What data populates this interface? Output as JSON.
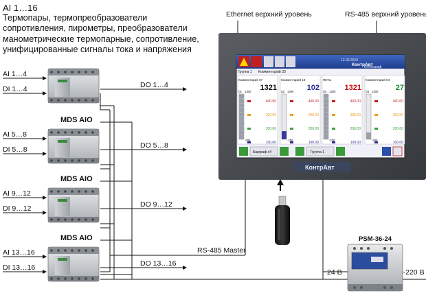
{
  "header": {
    "title": "AI 1…16",
    "description": "Термопары, термопреобразователи сопротивления, пирометры, преобразователи манометрические термопарные, сопротивление, унифицированные сигналы тока и напряжения"
  },
  "top_labels": {
    "ethernet": "Ethernet верхний уровень",
    "rs485_top": "RS-485 верхний уровень"
  },
  "modules": [
    {
      "name": "",
      "ai": "AI 1…4",
      "di": "DI 1…4",
      "do": "DO 1…4"
    },
    {
      "name": "MDS AIO",
      "ai": "AI 5…8",
      "di": "DI 5…8",
      "do": "DO 5…8"
    },
    {
      "name": "MDS AIO",
      "ai": "AI 9…12",
      "di": "DI 9…12",
      "do": "DO 9…12"
    },
    {
      "name": "MDS AIO",
      "ai": "AI 13…16",
      "di": "DI 13…16",
      "do": "DO 13…16"
    }
  ],
  "bus": {
    "rs485_master": "RS-485 Master",
    "v24": "24 В",
    "v220": "~220 В"
  },
  "psu": {
    "name": "PSM-36-24"
  },
  "panel": {
    "brand": "КонтрАвт",
    "screen": {
      "date": "12.03.2010",
      "brand": "КонтрАвт",
      "subtitle": "Интеграф",
      "group": "Группа 1",
      "comment_top": "Комментарий 33",
      "channels": [
        {
          "id": "01",
          "label": "Комментарий 07",
          "value": "1321",
          "max": "1300",
          "min": "-200",
          "color": "#111111"
        },
        {
          "id": "02",
          "label": "Комментарий 18",
          "value": "102",
          "max": "1300",
          "min": "-200",
          "color": "#2a2a9a"
        },
        {
          "id": "03",
          "label": "ПЕЧЬ",
          "value": "1321",
          "max": "1300",
          "min": "-200",
          "color": "#c01010"
        },
        {
          "id": "04",
          "label": "Комментарий 04",
          "value": "27",
          "max": "1300",
          "min": "-200",
          "color": "#1a8a3a"
        }
      ],
      "scale_ticks": [
        "400.00",
        "300.00",
        "200.00",
        "100.00"
      ],
      "buttons": {
        "bargraph": "Барграф x4",
        "group": "Группа 1"
      }
    }
  },
  "colors": {
    "screen_bg": "#f0f0f8",
    "header_blue": "#2b4fa8",
    "button_green": "#3a9a3a",
    "panel_frame": "#4a4d52"
  }
}
